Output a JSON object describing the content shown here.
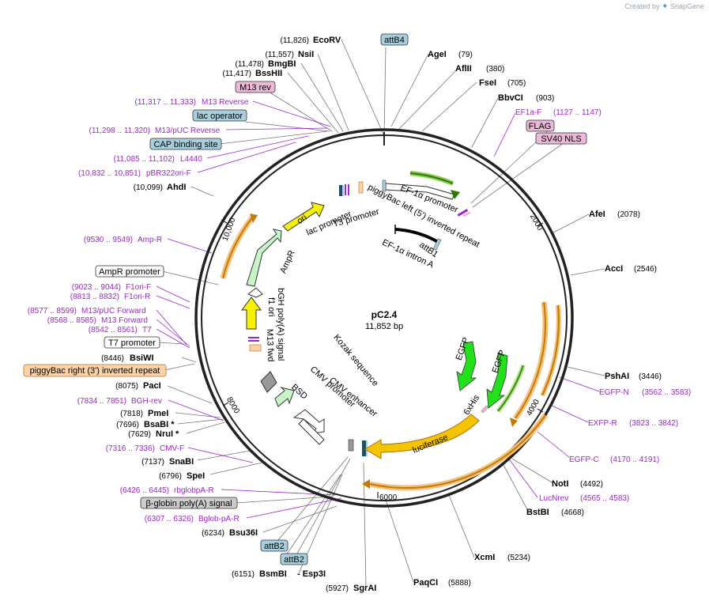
{
  "branding": {
    "prefix": "Created by",
    "product": "SnapGene"
  },
  "plasmid": {
    "name": "pC2.4",
    "size": "11,852 bp"
  },
  "ticks": [
    "2000",
    "4000",
    "6000",
    "8000",
    "10,000"
  ],
  "enzymes_right": [
    {
      "name": "AgeI",
      "pos": "(79)"
    },
    {
      "name": "AflII",
      "pos": "(380)"
    },
    {
      "name": "FseI",
      "pos": "(705)"
    },
    {
      "name": "BbvCI",
      "pos": "(903)"
    },
    {
      "name": "AfeI",
      "pos": "(2078)"
    },
    {
      "name": "AccI",
      "pos": "(2546)"
    },
    {
      "name": "PshAI",
      "pos": "(3446)"
    },
    {
      "name": "NotI",
      "pos": "(4492)"
    },
    {
      "name": "BstBI",
      "pos": "(4668)"
    },
    {
      "name": "XcmI",
      "pos": "(5234)"
    },
    {
      "name": "PaqCI",
      "pos": "(5888)"
    }
  ],
  "enzymes_left": [
    {
      "name": "EcoRV",
      "pos": "(11,826)"
    },
    {
      "name": "NsiI",
      "pos": "(11,557)"
    },
    {
      "name": "BmgBI",
      "pos": "(11,478)"
    },
    {
      "name": "BssHII",
      "pos": "(11,417)"
    },
    {
      "name": "AhdI",
      "pos": "(10,099)"
    },
    {
      "name": "BsiWI",
      "pos": "(8446)"
    },
    {
      "name": "PacI",
      "pos": "(8075)"
    },
    {
      "name": "PmeI",
      "pos": "(7818)"
    },
    {
      "name": "BsaBI *",
      "pos": "(7696)"
    },
    {
      "name": "NruI *",
      "pos": "(7629)"
    },
    {
      "name": "SnaBI",
      "pos": "(7137)"
    },
    {
      "name": "SpeI",
      "pos": "(6796)"
    },
    {
      "name": "Bsu36I",
      "pos": "(6234)"
    },
    {
      "name": "BsmBI",
      "pos": "(6151)"
    },
    {
      "name": "- Esp3I",
      "pos": ""
    },
    {
      "name": "SgrAI",
      "pos": "(5927)"
    }
  ],
  "primers_right": [
    {
      "name": "EF1a-F",
      "pos": "(1127 .. 1147)"
    },
    {
      "name": "EGFP-N",
      "pos": "(3562 .. 3583)"
    },
    {
      "name": "EXFP-R",
      "pos": "(3823 .. 3842)"
    },
    {
      "name": "EGFP-C",
      "pos": "(4170 .. 4191)"
    },
    {
      "name": "LucNrev",
      "pos": "(4565 .. 4583)"
    }
  ],
  "primers_left": [
    {
      "name": "M13 Reverse",
      "pos": "(11,317 .. 11,333)"
    },
    {
      "name": "M13/pUC Reverse",
      "pos": "(11,298 .. 11,320)"
    },
    {
      "name": "L4440",
      "pos": "(11,085 .. 11,102)"
    },
    {
      "name": "pBR322ori-F",
      "pos": "(10,832 .. 10,851)"
    },
    {
      "name": "Amp-R",
      "pos": "(9530 .. 9549)"
    },
    {
      "name": "F1ori-F",
      "pos": "(9023 .. 9044)"
    },
    {
      "name": "F1ori-R",
      "pos": "(8813 .. 8832)"
    },
    {
      "name": "M13/pUC Forward",
      "pos": "(8577 .. 8599)"
    },
    {
      "name": "M13 Forward",
      "pos": "(8568 .. 8585)"
    },
    {
      "name": "T7",
      "pos": "(8542 .. 8561)"
    },
    {
      "name": "BGH-rev",
      "pos": "(7834 .. 7851)"
    },
    {
      "name": "CMV-F",
      "pos": "(7316 .. 7336)"
    },
    {
      "name": "rbglobpA-R",
      "pos": "(6426 .. 6445)"
    },
    {
      "name": "Bglob-pA-R",
      "pos": "(6307 .. 6326)"
    }
  ],
  "boxed_labels": {
    "attB4": "attB4",
    "m13rev": "M13 rev",
    "lac_operator": "lac operator",
    "cap_site": "CAP binding site",
    "flag": "FLAG",
    "sv40": "SV40 NLS",
    "ampr_promoter": "AmpR promoter",
    "t7_promoter": "T7 promoter",
    "piggybac_right": "piggyBac right (3') inverted repeat",
    "bglobin": "β-globin poly(A) signal",
    "attB2a": "attB2",
    "attB2b": "attB2"
  },
  "inner_features": {
    "ef1a_promoter": "EF-1α promoter",
    "piggybac_left": "piggyBac left (5') inverted repeat",
    "ef1a_intron": "EF-1α intron A",
    "attB1": "attB1",
    "lac_promoter": "lac promoter",
    "t3_promoter": "T3 promoter",
    "ori": "ori",
    "ampr": "AmpR",
    "f1_ori": "f1 ori",
    "bgh": "bGH poly(A) signal",
    "m13_fwd": "M13 fwd",
    "kozak": "Kozak sequence",
    "cmv_promoter": "CMV promoter",
    "bsd": "BSD",
    "cmv_enhancer": "CMV enhancer",
    "egfp1": "EGFP",
    "egfp2": "EGFP",
    "his": "6xHis",
    "luciferase": "luciferase"
  },
  "colors": {
    "backbone": "#222222",
    "orange_feature": "#f5c400",
    "orange_glow": "#f2a033",
    "green_feature": "#22e01a",
    "light_green": "#c8f5c8",
    "yellow_feature": "#f7f200",
    "primer": "#9b27c9",
    "box_blue": "#a8cfde",
    "box_pink": "#e9b9d7",
    "box_orange": "#fcd2a6",
    "box_grey": "#cccccc"
  }
}
